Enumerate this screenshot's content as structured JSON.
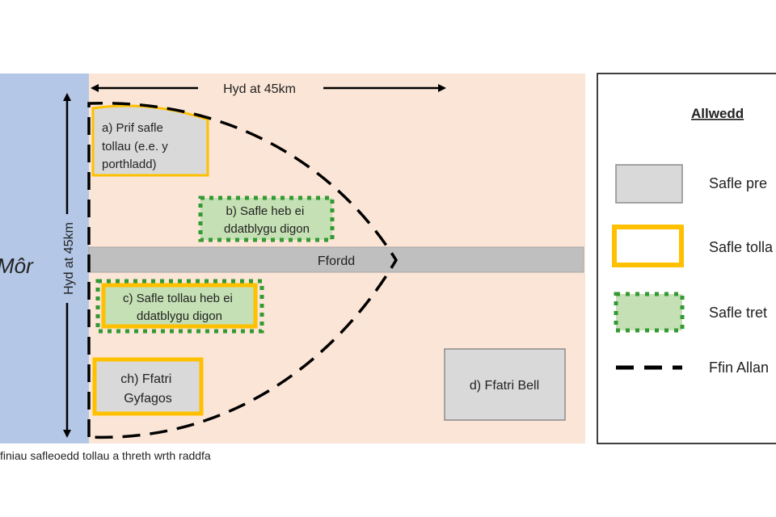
{
  "diagram": {
    "sea_label": "Môr",
    "horizontal_length_label": "Hyd at 45km",
    "vertical_length_label": "Hyd at 45km",
    "road_label": "Ffordd",
    "sites": {
      "a": {
        "lines": [
          "a) Prif safle",
          "tollau (e.e. y",
          "porthladd)"
        ]
      },
      "b": {
        "lines": [
          "b) Safle heb ei",
          "ddatblygu digon"
        ]
      },
      "c": {
        "lines": [
          "c) Safle tollau heb ei",
          "ddatblygu digon"
        ]
      },
      "ch": {
        "lines": [
          "ch) Ffatri",
          "Gyfagos"
        ]
      },
      "d": {
        "lines": [
          "d) Ffatri Bell"
        ]
      }
    },
    "colors": {
      "sea": "#b4c7e7",
      "land": "#fbe5d6",
      "road": "#bfbfbf",
      "existing_site": "#d9d9d9",
      "customs_border": "#ffc000",
      "tax_fill": "#c5e0b4",
      "tax_border": "#339933"
    }
  },
  "legend": {
    "title": "Allwedd",
    "items": [
      {
        "label": "Safle pre"
      },
      {
        "label": "Safle tolla"
      },
      {
        "label": "Safle tret"
      },
      {
        "label": "Ffin Allan"
      }
    ]
  },
  "caption": "finiau safleoedd tollau a threth wrth raddfa"
}
